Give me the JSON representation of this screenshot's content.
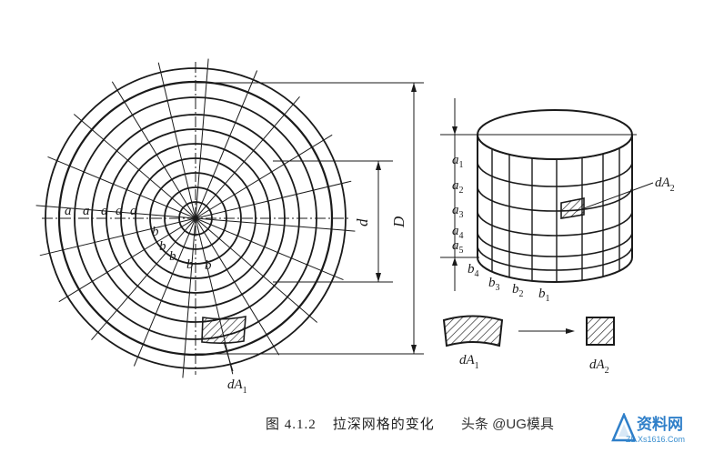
{
  "labels": {
    "a": "a",
    "b": "b",
    "d": "d",
    "D": "D",
    "dA1": "dA",
    "dA1_sub": "1",
    "dA2": "dA",
    "dA2_sub": "2",
    "a_sub": [
      "1",
      "2",
      "3",
      "4",
      "5"
    ],
    "b_sub": [
      "4",
      "3",
      "2",
      "1"
    ]
  },
  "caption": {
    "label": "图 4.1.2",
    "title": "拉深网格的变化"
  },
  "watermark": {
    "text": "头条 @UG模具",
    "brand": "资料网",
    "url": "ZL.Xs1616.Com"
  },
  "colors": {
    "ink": "#1a1a1a",
    "watermark": "#2f7fc9"
  }
}
